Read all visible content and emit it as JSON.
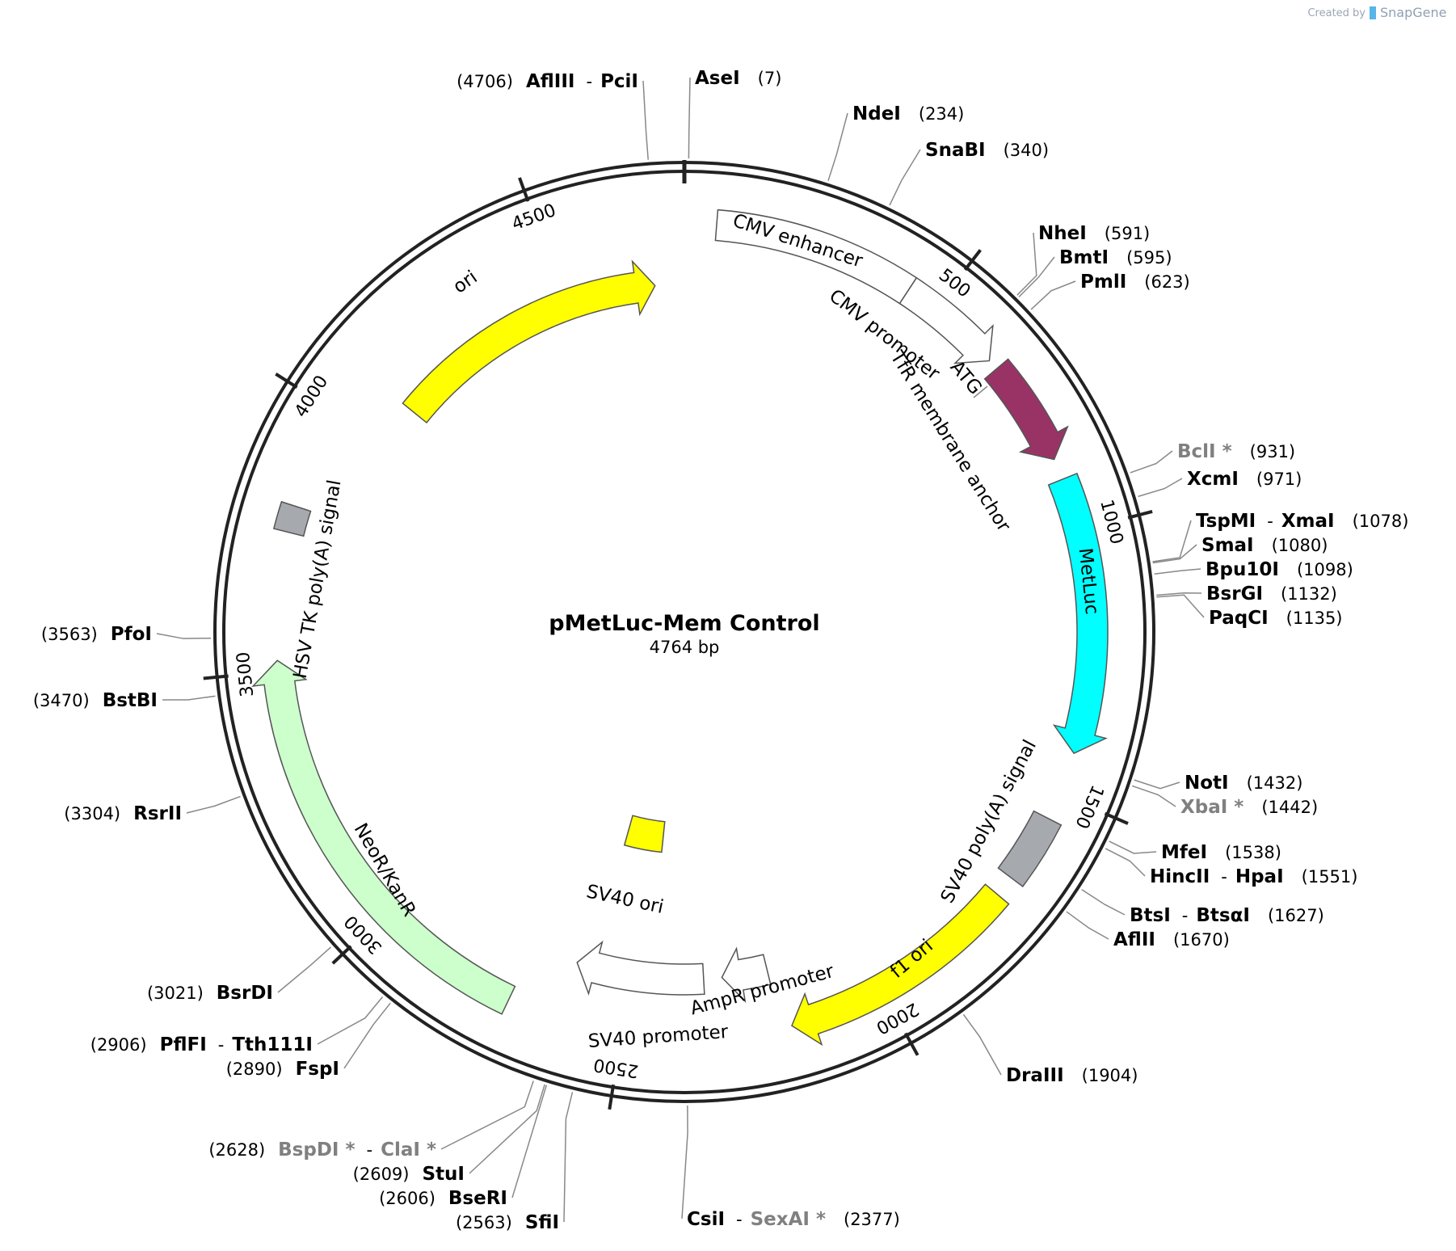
{
  "credit": {
    "created_by": "Created by",
    "brand": "SnapGene"
  },
  "plasmid": {
    "name": "pMetLuc-Mem Control",
    "length_label": "4764 bp",
    "length": 4764
  },
  "ticks": [
    {
      "pos": 500,
      "label": "500"
    },
    {
      "pos": 1000,
      "label": "1000"
    },
    {
      "pos": 1500,
      "label": "1500"
    },
    {
      "pos": 2000,
      "label": "2000"
    },
    {
      "pos": 2500,
      "label": "2500"
    },
    {
      "pos": 3000,
      "label": "3000"
    },
    {
      "pos": 3500,
      "label": "3500"
    },
    {
      "pos": 4000,
      "label": "4000"
    },
    {
      "pos": 4500,
      "label": "4500"
    }
  ],
  "features": [
    {
      "name": "CMV enhancer",
      "start": 60,
      "end": 440,
      "color": "#ffffff",
      "arrow": false
    },
    {
      "name": "CMV promoter",
      "start": 440,
      "end": 640,
      "color": "#ffffff",
      "arrow": true
    },
    {
      "name": "TfR membrane anchor",
      "start": 660,
      "end": 860,
      "color": "#993366",
      "arrow": true
    },
    {
      "name": "MetLuc",
      "start": 900,
      "end": 1420,
      "color": "#00ffff",
      "arrow": true
    },
    {
      "name": "SV40 poly(A) signal",
      "start": 1550,
      "end": 1680,
      "color": "#a6a9ad",
      "arrow": false
    },
    {
      "name": "f1 ori",
      "start": 1720,
      "end": 2180,
      "color": "#ffff00",
      "arrow": true
    },
    {
      "name": "AmpR promoter",
      "start": 2200,
      "end": 2300,
      "color": "#ffffff",
      "arrow": true
    },
    {
      "name": "SV40 promoter",
      "start": 2340,
      "end": 2620,
      "color": "#ffffff",
      "arrow": true
    },
    {
      "name": "SV40 ori",
      "start": 2460,
      "end": 2590,
      "color": "#ffff00",
      "arrow": false
    },
    {
      "name": "NeoR/KanR",
      "start": 2720,
      "end": 3520,
      "color": "#ccffcc",
      "arrow": true
    },
    {
      "name": "HSV TK poly(A) signal",
      "start": 3760,
      "end": 3810,
      "color": "#a6a9ad",
      "arrow": false
    },
    {
      "name": "ori",
      "start": 4090,
      "end": 4700,
      "color": "#ffff00",
      "arrow": true
    }
  ],
  "atg_label": "ATG",
  "sites": [
    {
      "names": [
        "AflIII",
        "PciI"
      ],
      "pos": "(4706)",
      "star": [
        false,
        false
      ]
    },
    {
      "names": [
        "AseI"
      ],
      "pos": "(7)",
      "star": [
        false
      ]
    },
    {
      "names": [
        "NdeI"
      ],
      "pos": "(234)",
      "star": [
        false
      ]
    },
    {
      "names": [
        "SnaBI"
      ],
      "pos": "(340)",
      "star": [
        false
      ]
    },
    {
      "names": [
        "NheI"
      ],
      "pos": "(591)",
      "star": [
        false
      ]
    },
    {
      "names": [
        "BmtI"
      ],
      "pos": "(595)",
      "star": [
        false
      ]
    },
    {
      "names": [
        "PmlI"
      ],
      "pos": "(623)",
      "star": [
        false
      ]
    },
    {
      "names": [
        "BclI *"
      ],
      "pos": "(931)",
      "star": [
        true
      ]
    },
    {
      "names": [
        "XcmI"
      ],
      "pos": "(971)",
      "star": [
        false
      ]
    },
    {
      "names": [
        "TspMI",
        "XmaI"
      ],
      "pos": "(1078)",
      "star": [
        false,
        false
      ]
    },
    {
      "names": [
        "SmaI"
      ],
      "pos": "(1080)",
      "star": [
        false
      ]
    },
    {
      "names": [
        "Bpu10I"
      ],
      "pos": "(1098)",
      "star": [
        false
      ]
    },
    {
      "names": [
        "BsrGI"
      ],
      "pos": "(1132)",
      "star": [
        false
      ]
    },
    {
      "names": [
        "PaqCI"
      ],
      "pos": "(1135)",
      "star": [
        false
      ]
    },
    {
      "names": [
        "NotI"
      ],
      "pos": "(1432)",
      "star": [
        false
      ]
    },
    {
      "names": [
        "XbaI *"
      ],
      "pos": "(1442)",
      "star": [
        true
      ]
    },
    {
      "names": [
        "MfeI"
      ],
      "pos": "(1538)",
      "star": [
        false
      ]
    },
    {
      "names": [
        "HincII",
        "HpaI"
      ],
      "pos": "(1551)",
      "star": [
        false,
        false
      ]
    },
    {
      "names": [
        "BtsI",
        "BtsαI"
      ],
      "pos": "(1627)",
      "star": [
        false,
        false
      ]
    },
    {
      "names": [
        "AflII"
      ],
      "pos": "(1670)",
      "star": [
        false
      ]
    },
    {
      "names": [
        "DraIII"
      ],
      "pos": "(1904)",
      "star": [
        false
      ]
    },
    {
      "names": [
        "CsiI",
        "SexAI *"
      ],
      "pos": "(2377)",
      "star": [
        false,
        true
      ]
    },
    {
      "names": [
        "SfiI"
      ],
      "pos": "(2563)",
      "star": [
        false
      ]
    },
    {
      "names": [
        "BseRI"
      ],
      "pos": "(2606)",
      "star": [
        false
      ]
    },
    {
      "names": [
        "StuI"
      ],
      "pos": "(2609)",
      "star": [
        false
      ]
    },
    {
      "names": [
        "BspDI *",
        "ClaI *"
      ],
      "pos": "(2628)",
      "star": [
        true,
        true
      ]
    },
    {
      "names": [
        "FspI"
      ],
      "pos": "(2890)",
      "star": [
        false
      ]
    },
    {
      "names": [
        "PflFI",
        "Tth111I"
      ],
      "pos": "(2906)",
      "star": [
        false,
        false
      ]
    },
    {
      "names": [
        "BsrDI"
      ],
      "pos": "(3021)",
      "star": [
        false
      ]
    },
    {
      "names": [
        "RsrII"
      ],
      "pos": "(3304)",
      "star": [
        false
      ]
    },
    {
      "names": [
        "BstBI"
      ],
      "pos": "(3470)",
      "star": [
        false
      ]
    },
    {
      "names": [
        "PfoI"
      ],
      "pos": "(3563)",
      "star": [
        false
      ]
    }
  ]
}
